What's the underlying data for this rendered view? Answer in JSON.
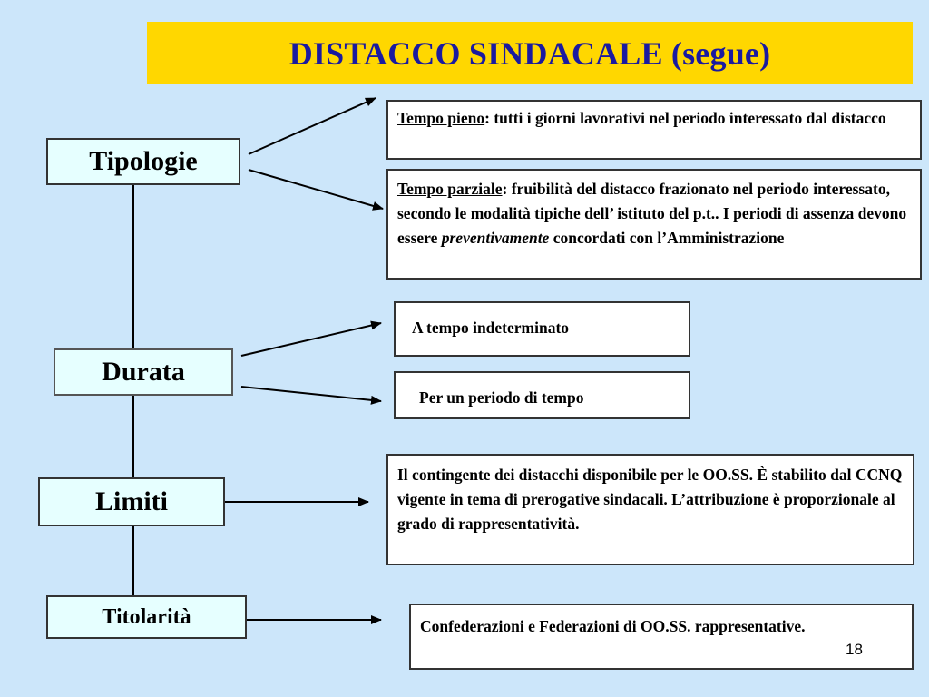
{
  "title": "DISTACCO SINDACALE (segue)",
  "nodes": {
    "tipologie": "Tipologie",
    "durata": "Durata",
    "limiti": "Limiti",
    "titolarita": "Titolarità"
  },
  "boxes": {
    "tempo_pieno": {
      "term": "Tempo pieno",
      "text": ": tutti i giorni lavorativi nel periodo interessato dal distacco"
    },
    "tempo_parziale": {
      "term": "Tempo parziale",
      "text": ": fruibilità del distacco frazionato nel periodo interessato, secondo le modalità tipiche dell’ istituto del p.t.. I periodi di assenza devono essere ",
      "emph": "preventivamente",
      "text2": " concordati con l’Amministrazione"
    },
    "indeterminato": "A tempo indeterminato",
    "periodo": "Per un periodo di tempo",
    "limiti_text": "Il contingente dei distacchi disponibile per le OO.SS. È stabilito dal CCNQ vigente in tema di prerogative sindacali. L’attribuzione è proporzionale al grado di rappresentatività.",
    "titolarita_text": "Confederazioni e Federazioni di OO.SS. rappresentative."
  },
  "page_number": "18"
}
